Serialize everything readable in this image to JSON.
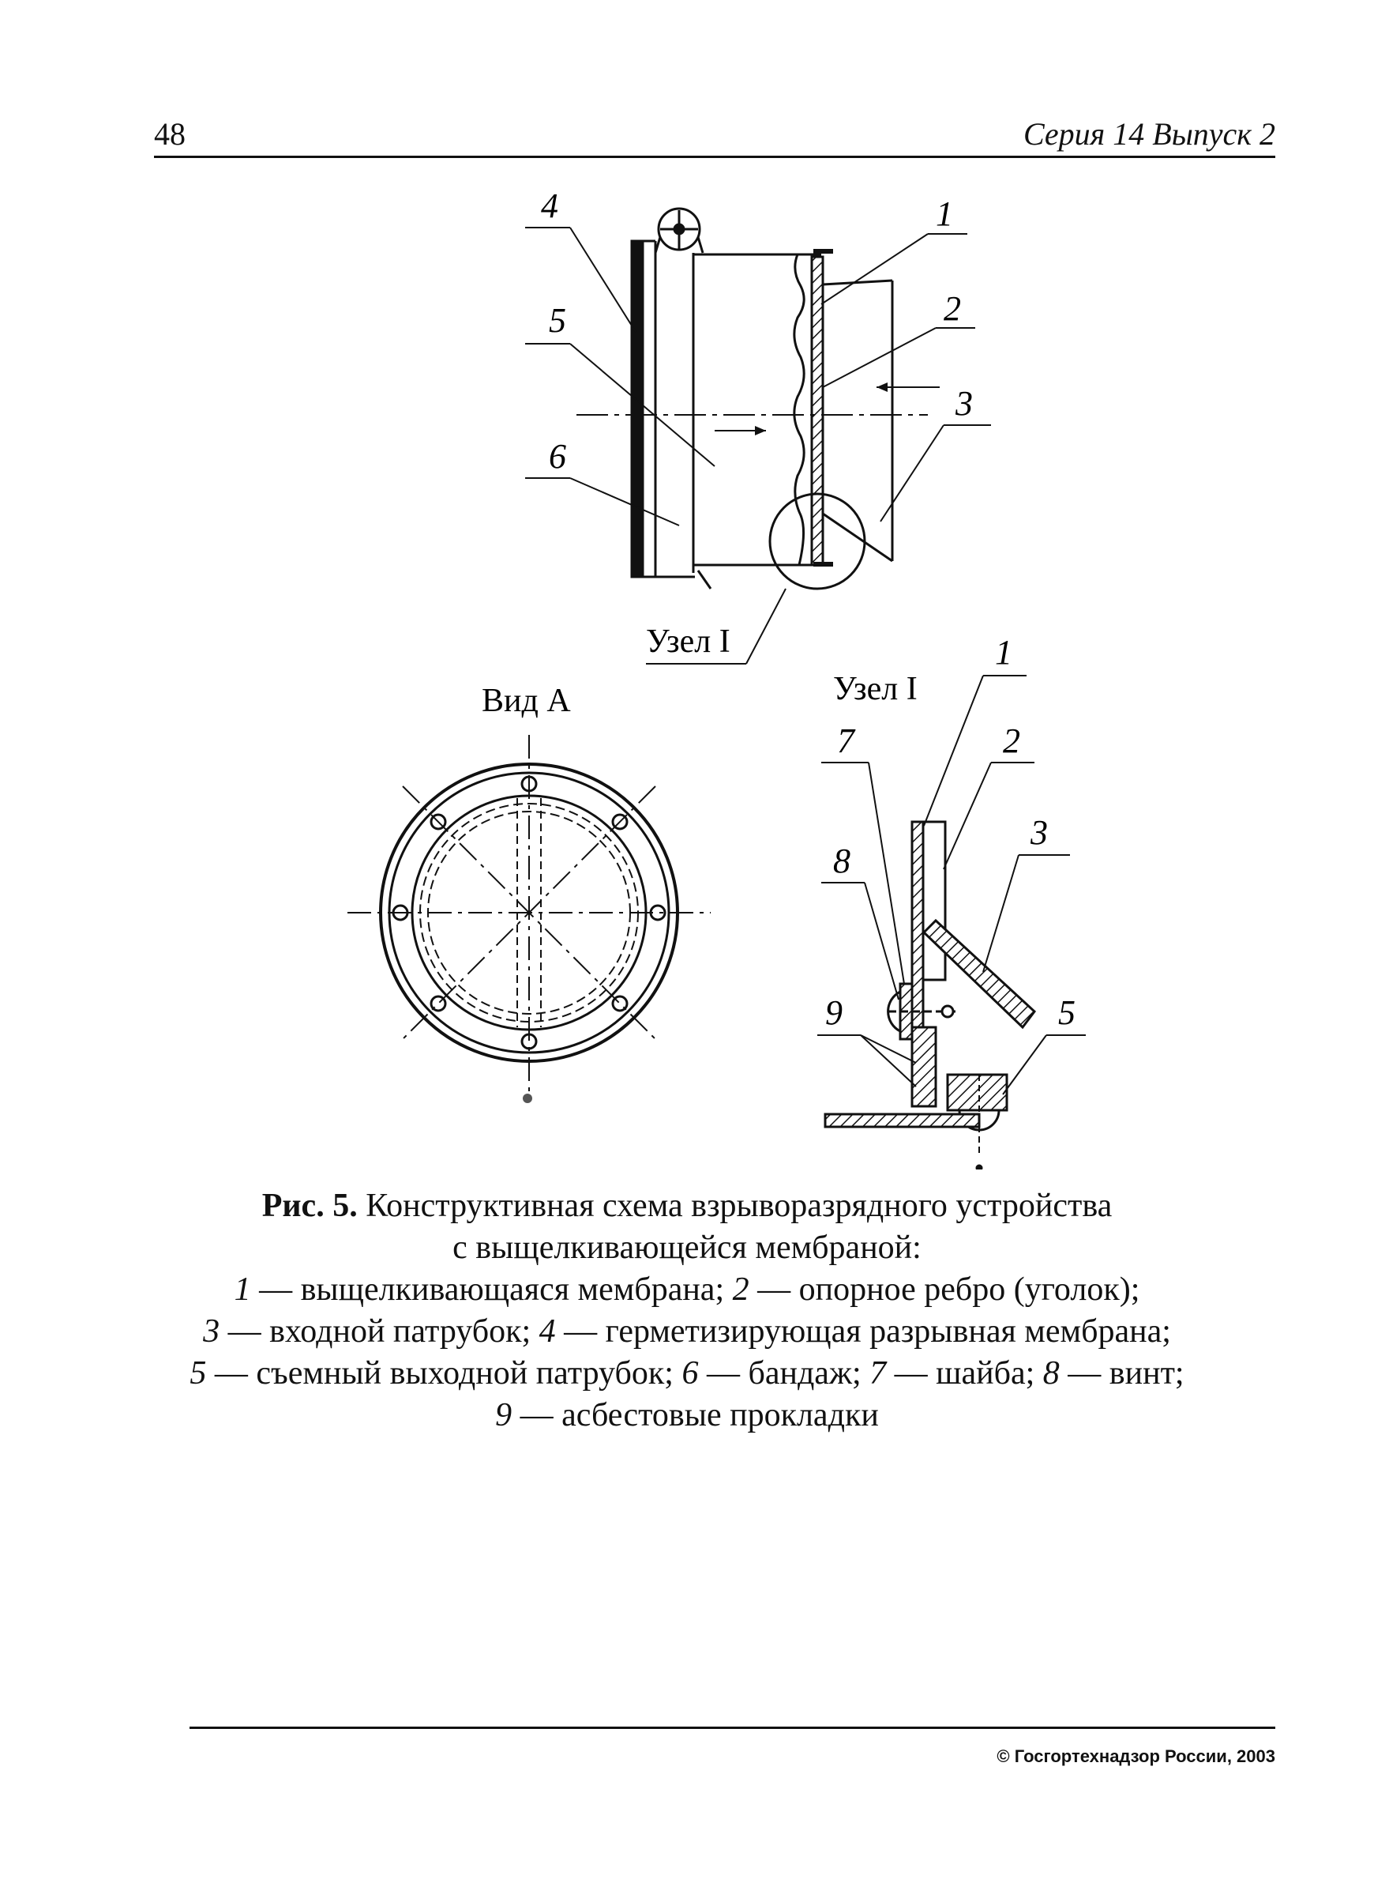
{
  "header": {
    "page_number": "48",
    "series": "Серия 14 Выпуск 2"
  },
  "figure": {
    "main_callouts": [
      "4",
      "1",
      "5",
      "2",
      "3",
      "6"
    ],
    "node_title": "Узел I",
    "view_title": "Вид А",
    "detail_title": "Узел I",
    "detail_callouts": [
      "1",
      "7",
      "2",
      "3",
      "8",
      "9",
      "5"
    ]
  },
  "caption": {
    "label": "Рис. 5.",
    "title_line1": "Конструктивная схема взрыворазрядного устройства",
    "title_line2": "с выщелкивающейся мембраной:",
    "legend": [
      {
        "n": "1",
        "text": "— выщелкивающаяся мембрана;"
      },
      {
        "n": "2",
        "text": "— опорное ребро (уголок);"
      },
      {
        "n": "3",
        "text": "— входной патрубок;"
      },
      {
        "n": "4",
        "text": "— герметизирующая разрывная мембрана;"
      },
      {
        "n": "5",
        "text": "— съемный выходной патрубок;"
      },
      {
        "n": "6",
        "text": "— бандаж;"
      },
      {
        "n": "7",
        "text": "— шайба;"
      },
      {
        "n": "8",
        "text": "— винт;"
      },
      {
        "n": "9",
        "text": "— асбестовые прокладки"
      }
    ]
  },
  "footer": {
    "copyright": "© Госгортехнадзор России, 2003"
  }
}
